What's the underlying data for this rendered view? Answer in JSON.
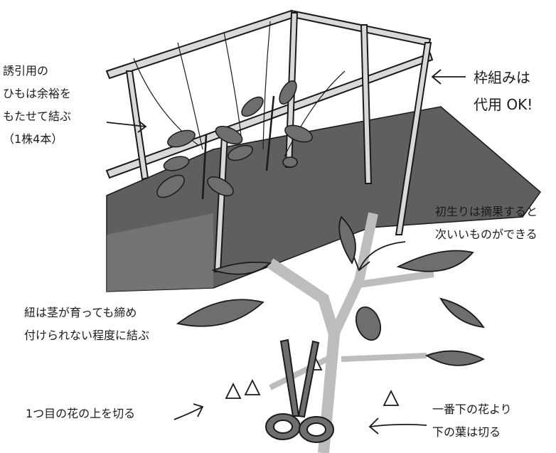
{
  "labels": {
    "twine_note": [
      "誘引用の",
      "ひもは余裕を",
      "もたせて結ぶ",
      "（1株4本）"
    ],
    "frame_note": [
      "枠組みは",
      "代用 OK!"
    ],
    "first_fruit_note": [
      "初生りは摘果すると",
      "次いいものができる"
    ],
    "string_note": [
      "紐は茎が育っても締め",
      "付けられない程度に結ぶ"
    ],
    "cut_flower_note": "1つ目の花の上を切る",
    "lower_leaves_note": [
      "一番下の花より",
      "下の葉は切る"
    ]
  },
  "colors": {
    "ink": "#1a1a1a",
    "soil": "#5f5f5f",
    "soil_light": "#9a9a9a",
    "pole": "#d9d9d9",
    "leaf": "#6e6e6e",
    "stem": "#bdbdbd"
  }
}
